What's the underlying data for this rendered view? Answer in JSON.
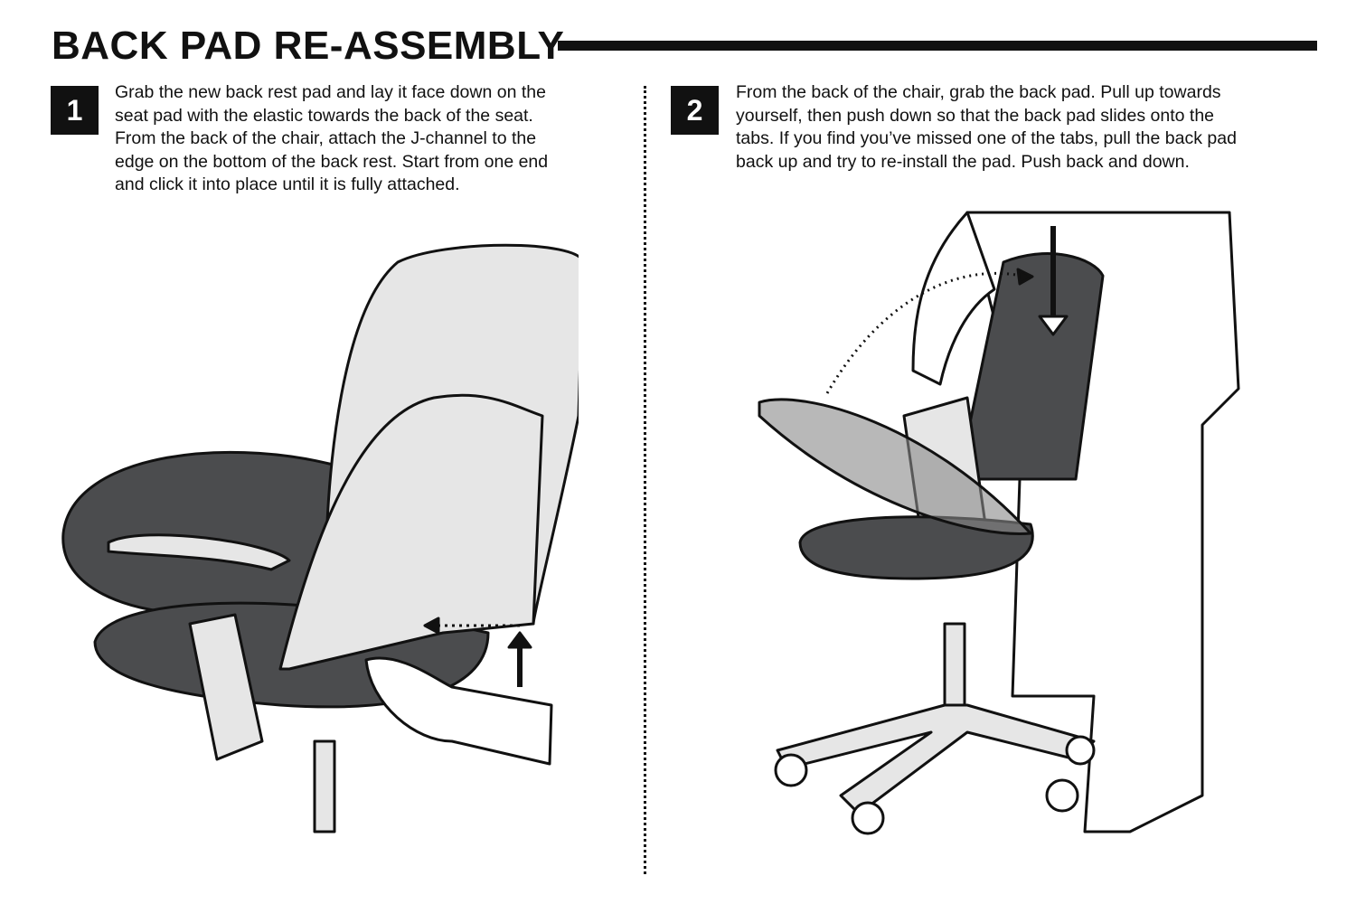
{
  "title": "BACK PAD RE-ASSEMBLY",
  "steps": [
    {
      "number": "1",
      "lines": [
        "Grab the new back rest pad and lay it face down on the",
        "seat pad with the elastic towards the back of the seat.",
        "From the back of the chair, attach the J-channel to the",
        "edge on the bottom of the back rest. Start from one end",
        "and click it into place until it is fully attached."
      ]
    },
    {
      "number": "2",
      "lines": [
        "From the back of the chair, grab the back pad. Pull up towards",
        "yourself, then push down so that the back pad slides onto the",
        "tabs. If you find you’ve missed one of the tabs, pull the back pad",
        "back up and try to re-install the pad. Push back and down."
      ]
    }
  ],
  "colors": {
    "ink": "#111111",
    "pad": "#4b4c4e",
    "frame": "#e6e6e6"
  }
}
